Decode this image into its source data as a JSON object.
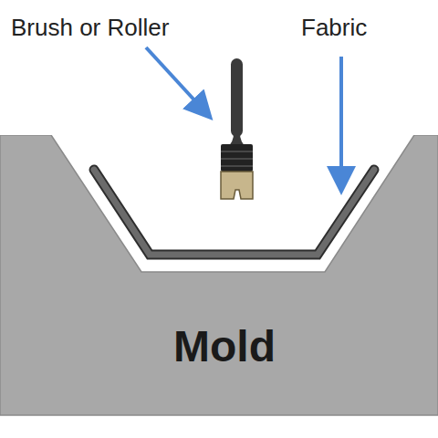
{
  "diagram": {
    "nodes": [
      {
        "text": [
          "Mold"
        ]
      }
    ],
    "labels": [
      "Brush or Roller",
      "Fabric"
    ]
  }
}
